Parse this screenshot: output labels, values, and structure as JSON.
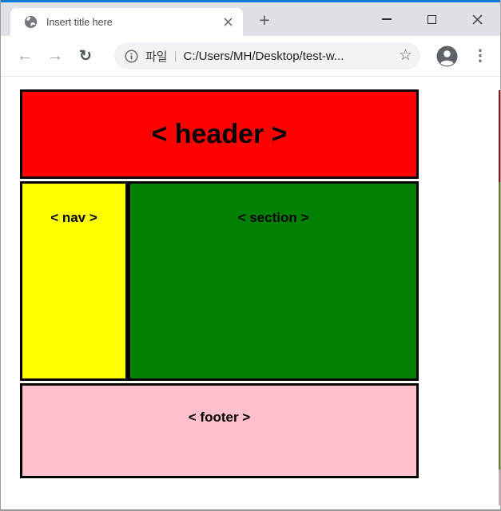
{
  "browser": {
    "tab": {
      "title": "Insert title here",
      "favicon": "globe-icon",
      "close_icon": "close-x"
    },
    "new_tab_label": "+",
    "window_controls": {
      "minimize": "minimize",
      "maximize": "maximize",
      "close": "close"
    },
    "toolbar": {
      "back_icon": "←",
      "forward_icon": "→",
      "reload_icon": "↻",
      "omnibox": {
        "info_icon": "info-circle",
        "scheme_label": "파일",
        "separator": "|",
        "url": "C:/Users/MH/Desktop/test-w...",
        "star_icon": "☆"
      },
      "avatar_icon": "account-circle",
      "menu_icon": "⋮"
    }
  },
  "page": {
    "header": {
      "label": "< header >",
      "bg_color": "#ff0000"
    },
    "nav": {
      "label": "< nav >",
      "bg_color": "#ffff00"
    },
    "section": {
      "label": "< section >",
      "bg_color": "#008000"
    },
    "footer": {
      "label": "< footer >",
      "bg_color": "#ffc0cb"
    }
  },
  "colors": {
    "accent_top_border": "#0f7ad7",
    "tab_strip_bg": "#dee1e6",
    "omnibox_bg": "#f1f3f4",
    "block_border": "#000000",
    "edge_sliver_red": "#8c1518",
    "edge_sliver_olive": "#6e7b26",
    "edge_sliver_pink": "#c9abb0"
  }
}
